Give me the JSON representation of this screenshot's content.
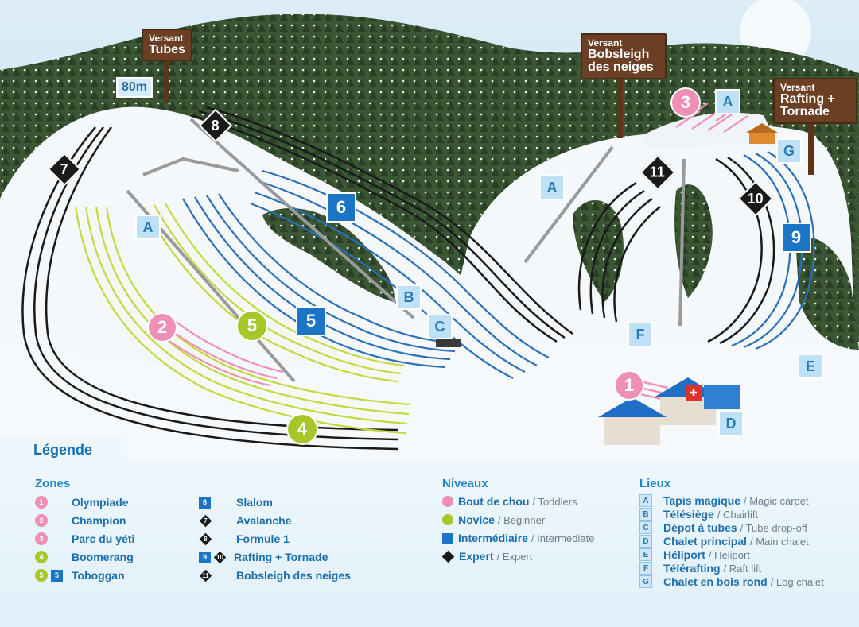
{
  "map": {
    "signs": [
      {
        "small": "Versant",
        "large": "Tubes"
      },
      {
        "small": "Versant",
        "large": "Bobsleigh des neiges"
      },
      {
        "small": "Versant",
        "large": "Rafting + Tornade"
      }
    ],
    "elevation": "80m",
    "markers": [
      {
        "id": "1",
        "shape": "pink-circle"
      },
      {
        "id": "2",
        "shape": "pink-circle"
      },
      {
        "id": "3",
        "shape": "pink-circle"
      },
      {
        "id": "4",
        "shape": "green-circle"
      },
      {
        "id": "5",
        "shape": "green-circle"
      },
      {
        "id": "5",
        "shape": "blue-square"
      },
      {
        "id": "6",
        "shape": "blue-square"
      },
      {
        "id": "7",
        "shape": "black-diamond"
      },
      {
        "id": "8",
        "shape": "black-diamond"
      },
      {
        "id": "9",
        "shape": "blue-square"
      },
      {
        "id": "10",
        "shape": "black-diamond"
      },
      {
        "id": "11",
        "shape": "black-diamond"
      },
      {
        "id": "A",
        "shape": "letter"
      },
      {
        "id": "A",
        "shape": "letter"
      },
      {
        "id": "A",
        "shape": "letter"
      },
      {
        "id": "B",
        "shape": "letter"
      },
      {
        "id": "C",
        "shape": "letter"
      },
      {
        "id": "D",
        "shape": "letter"
      },
      {
        "id": "E",
        "shape": "letter"
      },
      {
        "id": "F",
        "shape": "letter"
      },
      {
        "id": "G",
        "shape": "letter"
      }
    ],
    "colors": {
      "sky": "#cfe8f5",
      "forest": "#2f4a2c",
      "snow": "#f4f8fb",
      "pink_run": "#ef8fb6",
      "green_run": "#c3d83a",
      "blue_run": "#2a6fb8",
      "black_run": "#1a1a1a",
      "lift": "#9a9a9a"
    }
  },
  "legend": {
    "title": "Légende",
    "zones": {
      "title": "Zones",
      "items": [
        {
          "icons": [
            "1"
          ],
          "icon_type": "pink",
          "label": "Olympiade"
        },
        {
          "icons": [
            "2"
          ],
          "icon_type": "pink",
          "label": "Champion"
        },
        {
          "icons": [
            "3"
          ],
          "icon_type": "pink",
          "label": "Parc du yéti"
        },
        {
          "icons": [
            "4"
          ],
          "icon_type": "green",
          "label": "Boomerang"
        },
        {
          "icons": [
            "5",
            "5"
          ],
          "icon_type": "green+blue",
          "label": "Toboggan"
        },
        {
          "icons": [
            "6"
          ],
          "icon_type": "blue",
          "label": "Slalom"
        },
        {
          "icons": [
            "7"
          ],
          "icon_type": "diamond",
          "label": "Avalanche"
        },
        {
          "icons": [
            "8"
          ],
          "icon_type": "diamond",
          "label": "Formule 1"
        },
        {
          "icons": [
            "9",
            "10"
          ],
          "icon_type": "blue+diamond",
          "label": "Rafting + Tornade"
        },
        {
          "icons": [
            "11"
          ],
          "icon_type": "diamond",
          "label": "Bobsleigh des neiges"
        }
      ]
    },
    "niveaux": {
      "title": "Niveaux",
      "items": [
        {
          "label": "Bout de chou",
          "sub": "/ Toddlers",
          "color": "#ef8fb6",
          "shape": "circle"
        },
        {
          "label": "Novice",
          "sub": "/ Beginner",
          "color": "#a6c727",
          "shape": "circle"
        },
        {
          "label": "Intermédiaire",
          "sub": "/ Intermediate",
          "color": "#1b74c4",
          "shape": "square"
        },
        {
          "label": "Expert",
          "sub": "/ Expert",
          "color": "#1a1a1a",
          "shape": "diamond"
        }
      ]
    },
    "lieux": {
      "title": "Lieux",
      "items": [
        {
          "icon": "A",
          "label": "Tapis magique",
          "sub": "/ Magic carpet"
        },
        {
          "icon": "B",
          "label": "Télésiège",
          "sub": "/ Chairlift"
        },
        {
          "icon": "C",
          "label": "Dépot à tubes",
          "sub": "/ Tube drop-off"
        },
        {
          "icon": "D",
          "label": "Chalet principal",
          "sub": "/ Main chalet"
        },
        {
          "icon": "E",
          "label": "Héliport",
          "sub": "/ Heliport"
        },
        {
          "icon": "F",
          "label": "Télérafting",
          "sub": "/ Raft lift"
        },
        {
          "icon": "G",
          "label": "Chalet en bois rond",
          "sub": "/ Log chalet"
        }
      ]
    }
  }
}
